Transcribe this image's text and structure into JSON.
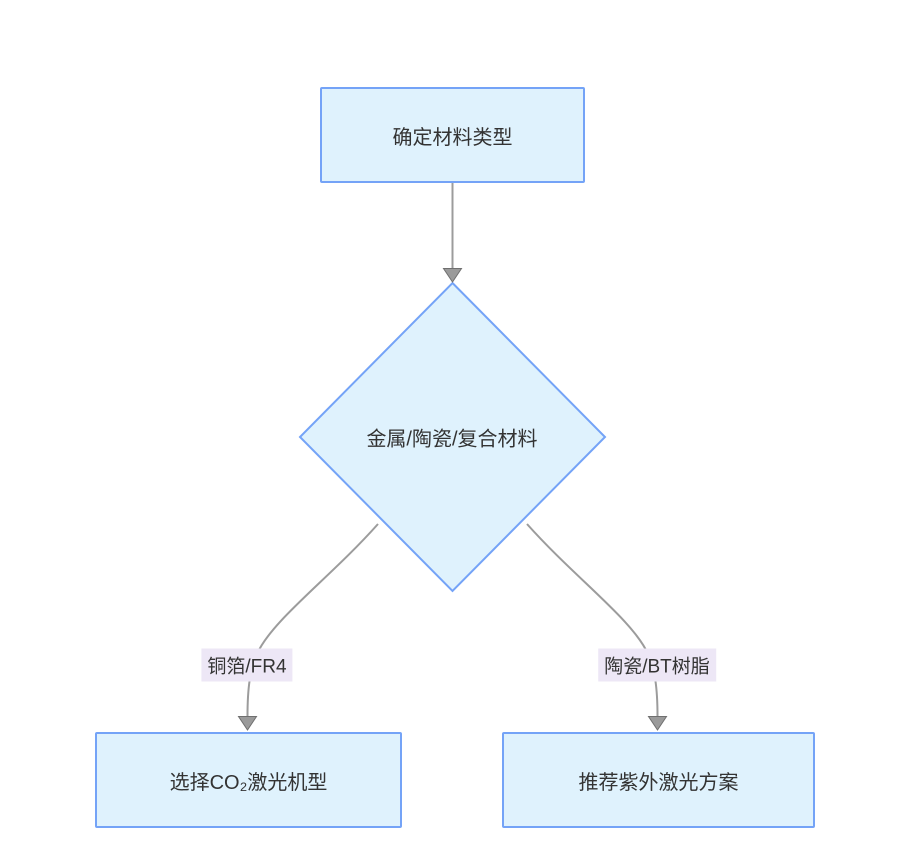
{
  "diagram": {
    "type": "flowchart",
    "direction": "top-down",
    "nodes": {
      "start": {
        "label": "确定材料类型",
        "shape": "rect"
      },
      "decision": {
        "label": "金属/陶瓷/复合材料",
        "shape": "diamond"
      },
      "co2": {
        "label": "选择CO₂激光机型",
        "shape": "rect"
      },
      "uv": {
        "label": "推荐紫外激光方案",
        "shape": "rect"
      }
    },
    "edges": [
      {
        "from": "start",
        "to": "decision",
        "label": ""
      },
      {
        "from": "decision",
        "to": "co2",
        "label": "铜箔/FR4"
      },
      {
        "from": "decision",
        "to": "uv",
        "label": "陶瓷/BT树脂"
      }
    ],
    "colors": {
      "node_fill": "#DFF2FD",
      "node_border": "#74A3F7",
      "edge_line": "#9C9C9C",
      "arrowhead_fill": "#9A9A9A",
      "edge_label_bg": "#EDE7F6",
      "text": "#333333",
      "background": "#FFFFFF"
    }
  }
}
